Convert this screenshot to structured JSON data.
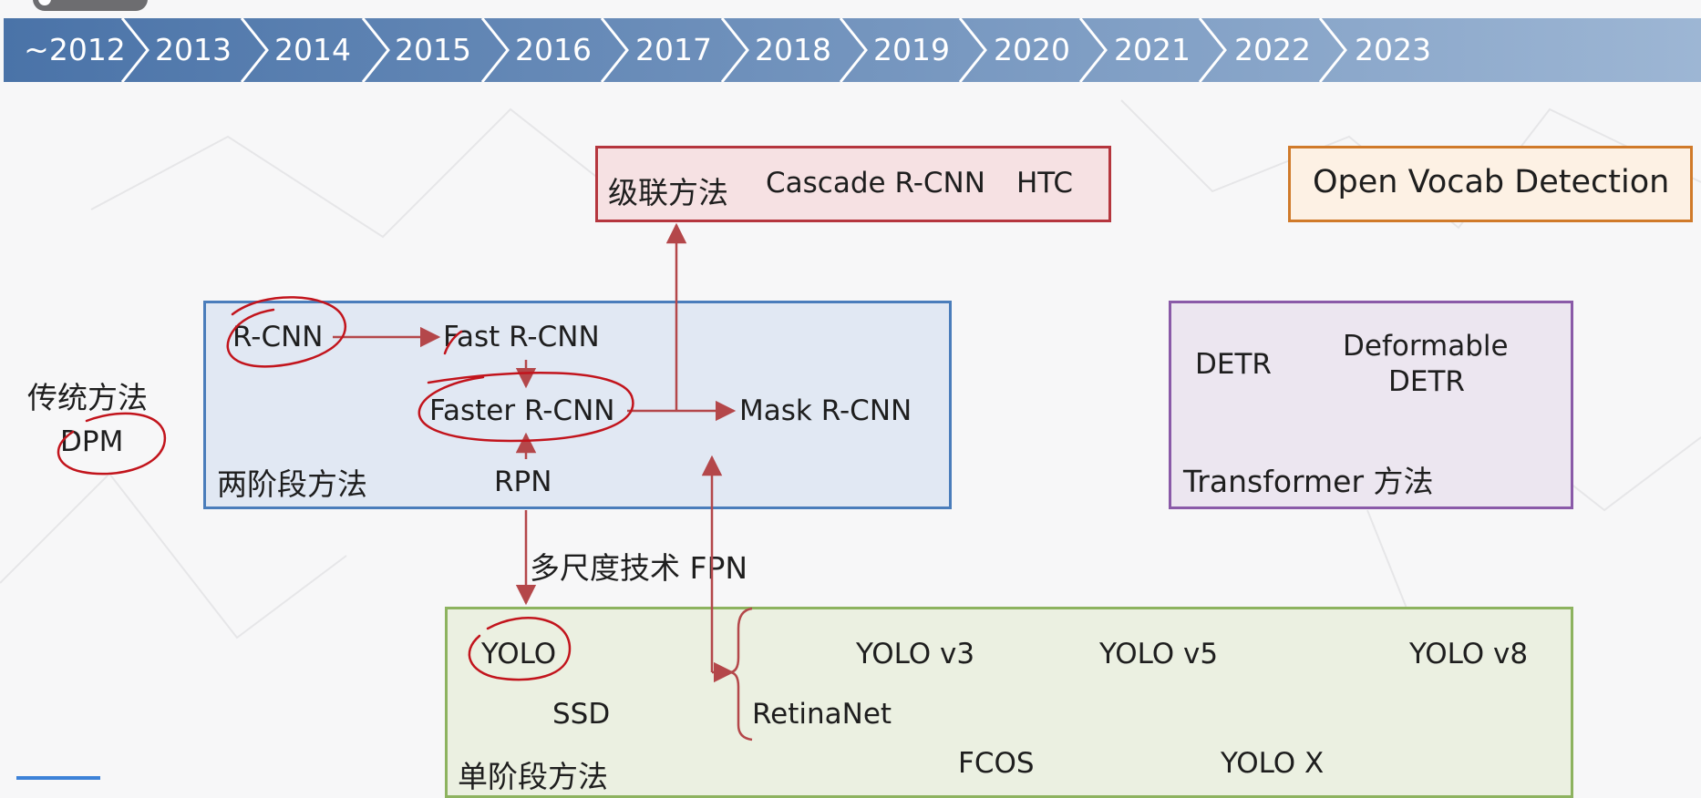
{
  "timeline": {
    "years": [
      "~2012",
      "2013",
      "2014",
      "2015",
      "2016",
      "2017",
      "2018",
      "2019",
      "2020",
      "2021",
      "2022",
      "2023"
    ]
  },
  "cascade": {
    "label": "级联方法",
    "cascade_rcnn": "Cascade R-CNN",
    "htc": "HTC"
  },
  "open_vocab": {
    "label": "Open Vocab Detection"
  },
  "two_stage": {
    "rcnn": "R-CNN",
    "fast_rcnn": "Fast R-CNN",
    "faster_rcnn": "Faster R-CNN",
    "mask_rcnn": "Mask R-CNN",
    "rpn": "RPN",
    "label": "两阶段方法"
  },
  "traditional": {
    "label": "传统方法",
    "dpm": "DPM"
  },
  "transformer": {
    "detr": "DETR",
    "deformable_line1": "Deformable",
    "deformable_line2": "DETR",
    "label": "Transformer 方法"
  },
  "fpn": {
    "label": "多尺度技术 FPN"
  },
  "one_stage": {
    "yolo": "YOLO",
    "ssd": "SSD",
    "retinanet": "RetinaNet",
    "yolo_v3": "YOLO v3",
    "yolo_v5": "YOLO v5",
    "yolo_v8": "YOLO v8",
    "fcos": "FCOS",
    "yolo_x": "YOLO X",
    "label": "单阶段方法"
  },
  "colors": {
    "timeline_start": "#4a73a8",
    "timeline_end": "#9db6d4",
    "cascade_fill": "#f6e1e3",
    "cascade_border": "#b5363e",
    "open_vocab_fill": "#fdf1e4",
    "open_vocab_border": "#d07a2a",
    "two_stage_fill": "#e1e8f3",
    "two_stage_border": "#4a7dbb",
    "transformer_fill": "#ece6f0",
    "transformer_border": "#8a5aa8",
    "one_stage_fill": "#ebf0e1",
    "one_stage_border": "#8db35f",
    "arrow": "#b4474a",
    "ink": "#c2141c"
  }
}
